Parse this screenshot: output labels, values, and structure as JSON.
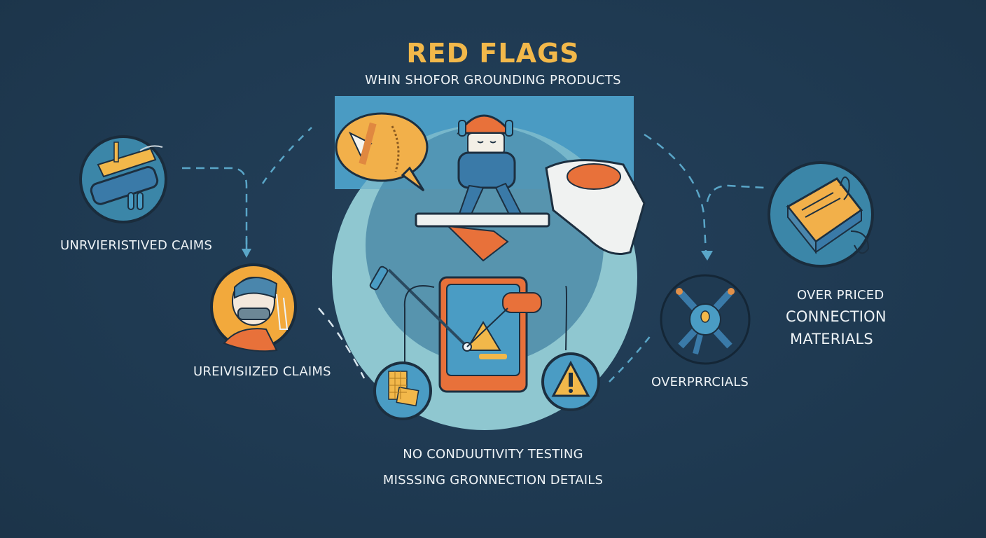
{
  "header": {
    "title": "RED FLAGS",
    "subtitle": "WHIN SHOFOR GROUNDING PRODUCTS"
  },
  "items": [
    {
      "id": "unverified-claims-1",
      "label": "UNRVIERISTIVED CAIMS",
      "icon": "device-icon"
    },
    {
      "id": "unverified-claims-2",
      "label": "UREIVISIIZED CLAIMS",
      "icon": "worker-helmet-icon"
    },
    {
      "id": "overpriced-materials",
      "label_lines": [
        "OVER PRICED",
        "CONNECTION",
        "MATERIALS"
      ],
      "icon": "product-box-icon"
    },
    {
      "id": "overpricials",
      "label": "OVERPRRCIALS",
      "icon": "connector-hub-icon"
    },
    {
      "id": "testing",
      "label": "NO CONDUUTIVITY  TESTING",
      "icon": "grid-patch-icon"
    },
    {
      "id": "details",
      "label": "MISSSING GRONNECTION DETAILS",
      "icon": "warning-triangle-icon"
    }
  ],
  "colors": {
    "background": "#1f3a52",
    "title": "#f2b84a",
    "text": "#eef3f6",
    "accent_blue": "#4a9cc4",
    "accent_orange": "#e8713a",
    "accent_yellow": "#f2b84a",
    "teal_light": "#8fc7d0"
  }
}
